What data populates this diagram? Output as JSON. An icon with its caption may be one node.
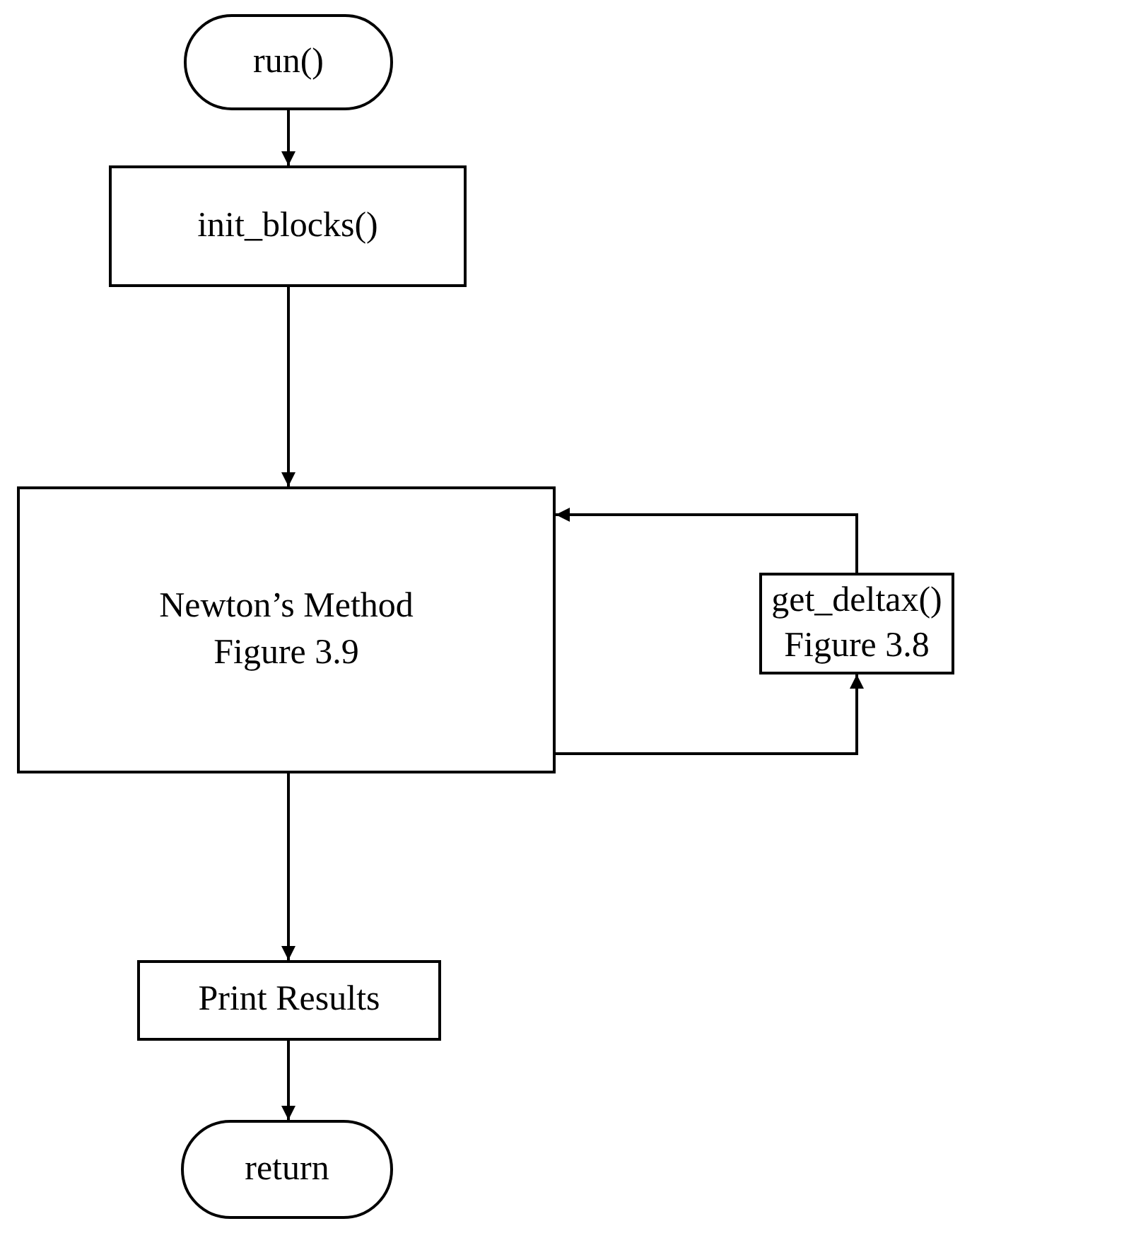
{
  "diagram": {
    "nodes": [
      {
        "text": [
          "run()"
        ]
      },
      {
        "text": [
          "init_blocks()"
        ]
      },
      {
        "text": [
          "Newton’s Method",
          "Figure 3.9"
        ]
      },
      {
        "text": [
          "get_deltax()",
          "Figure 3.8"
        ]
      },
      {
        "text": [
          "Print Results"
        ]
      },
      {
        "text": [
          "return"
        ]
      }
    ],
    "edges": [
      {
        "from": 0,
        "to": 1,
        "arrow": "to"
      },
      {
        "from": 1,
        "to": 2,
        "arrow": "to"
      },
      {
        "from": 2,
        "to": 3,
        "arrow": "to"
      },
      {
        "from": 3,
        "to": 2,
        "arrow": "to"
      },
      {
        "from": 2,
        "to": 4,
        "arrow": "to"
      },
      {
        "from": 4,
        "to": 5,
        "arrow": "to"
      }
    ]
  }
}
